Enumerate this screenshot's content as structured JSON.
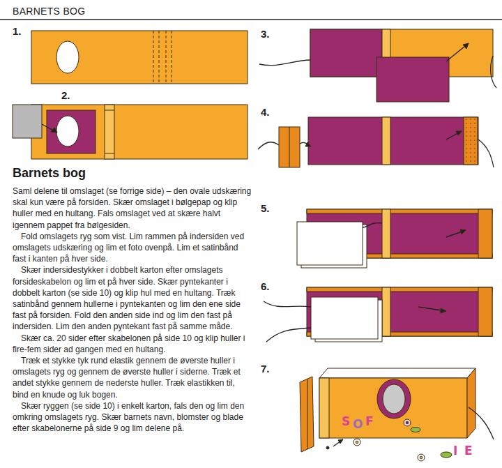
{
  "diagram": {
    "title": "Barnets bog",
    "labels": [
      "BARNETS BOG",
      "1.",
      "2.",
      "3.",
      "4.",
      "5.",
      "6.",
      "7.",
      "Saml delene til omslaget (se forrige side) – den ovale udskæring skal kun være på forsiden. Skær omslaget i bølgepap og klip huller med en hultang. Fals omslaget ved at skære halvt igennem pappet fra bølgesiden.",
      "Fold omslagets ryg som vist. Lim rammen på indersiden ved omslagets udskæring og lim et foto ovenpå. Lim et satinbånd fast i kanten på hver side.",
      "Skær indersidestykker i dobbelt karton efter omslagets forsideskabelon og lim et på hver side. Skær pyntekanter i dobbelt karton (se side 10) og klip hul med en hultang. Træk satinbånd gennem hullerne i pyntekanten og lim den ene side fast på forsiden. Fold den anden side ind og lim den fast på indersiden. Lim den anden pyntekant fast på samme måde.",
      "Skær ca. 20 sider efter skabelonen på side 10 og klip huller i fire-fem sider ad gangen med en hultang.",
      "Træk et stykke tyk rund elastik gennem de øverste huller i omslagets ryg og gennem de øverste huller i siderne. Træk et andet stykke gennem de nederste huller. Træk elastikken til, bind en knude og luk bogen.",
      "Skær ryggen (se side 10) i enkelt karton, fals den og lim den omkring omslagets ryg. Skær barnets navn, blomster og blade efter skabelonerne på side 9 og lim delene på.",
      "S",
      "O",
      "F",
      "I",
      "E"
    ]
  }
}
